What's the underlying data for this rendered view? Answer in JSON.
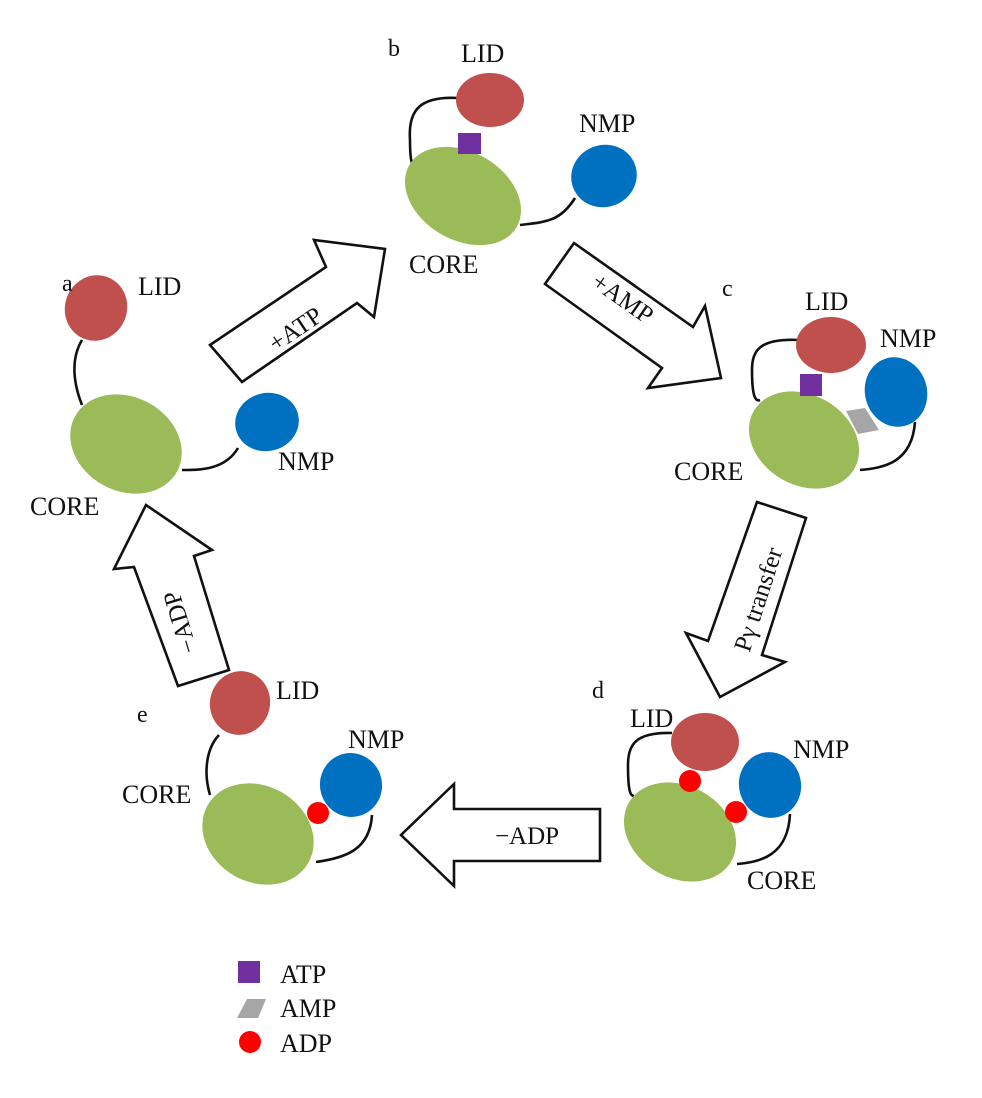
{
  "diagram": {
    "title": "Adenylate kinase catalytic cycle",
    "colors": {
      "lid": "#c0504d",
      "core": "#9bbb59",
      "nmp": "#0070c0",
      "atp": "#7030a0",
      "amp": "#a6a6a6",
      "adp": "#ff0000"
    },
    "domain_labels": {
      "lid": "LID",
      "nmp": "NMP",
      "core": "CORE"
    },
    "states": [
      {
        "id": "a",
        "label": "a",
        "bound_ligands": []
      },
      {
        "id": "b",
        "label": "b",
        "bound_ligands": [
          "ATP"
        ]
      },
      {
        "id": "c",
        "label": "c",
        "bound_ligands": [
          "ATP",
          "AMP"
        ]
      },
      {
        "id": "d",
        "label": "d",
        "bound_ligands": [
          "ADP",
          "ADP"
        ]
      },
      {
        "id": "e",
        "label": "e",
        "bound_ligands": [
          "ADP"
        ]
      }
    ],
    "transitions": [
      {
        "from": "a",
        "to": "b",
        "label": "+ATP"
      },
      {
        "from": "b",
        "to": "c",
        "label": "+AMP"
      },
      {
        "from": "c",
        "to": "d",
        "label": "Pγ transfer"
      },
      {
        "from": "d",
        "to": "e",
        "label": "−ADP"
      },
      {
        "from": "e",
        "to": "a",
        "label": "−ADP"
      }
    ],
    "legend": [
      {
        "symbol": "square",
        "label": "ATP"
      },
      {
        "symbol": "parallelogram",
        "label": "AMP"
      },
      {
        "symbol": "circle",
        "label": "ADP"
      }
    ]
  }
}
